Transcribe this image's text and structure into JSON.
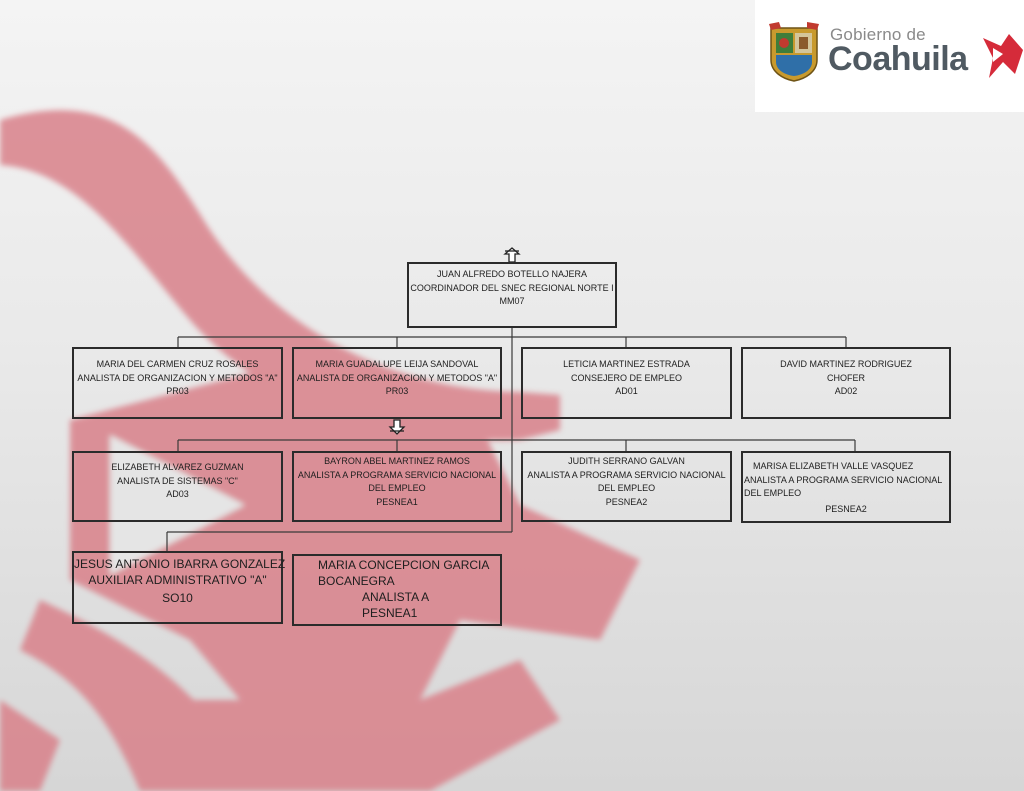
{
  "header": {
    "logo_small": "Gobierno de",
    "logo_big": "Coahuila"
  },
  "colors": {
    "box_border": "#2b2b2b",
    "background_shape": "#d9818a",
    "logo_text": "#505a62",
    "logo_accent": "#d52b3a"
  },
  "icons": {
    "top_arrow": "up-arrow-icon",
    "mid_arrow": "down-arrow-icon"
  },
  "org": {
    "top": {
      "name": "JUAN ALFREDO BOTELLO NAJERA",
      "title": "COORDINADOR DEL SNEC REGIONAL NORTE I",
      "code": "MM07"
    },
    "row1": [
      {
        "name": "MARIA DEL CARMEN CRUZ ROSALES",
        "title": "ANALISTA DE ORGANIZACION Y METODOS \"A\"",
        "code": "PR03"
      },
      {
        "name": "MARIA GUADALUPE LEIJA SANDOVAL",
        "title": "ANALISTA DE ORGANIZACION Y METODOS \"A\"",
        "code": "PR03"
      },
      {
        "name": "LETICIA MARTINEZ ESTRADA",
        "title": "CONSEJERO DE EMPLEO",
        "code": "AD01"
      },
      {
        "name": "DAVID MARTINEZ RODRIGUEZ",
        "title": "CHOFER",
        "code": "AD02"
      }
    ],
    "row2": [
      {
        "name": "ELIZABETH ALVAREZ GUZMAN",
        "title": "ANALISTA DE SISTEMAS \"C\"",
        "code": "AD03"
      },
      {
        "name": "BAYRON ABEL MARTINEZ RAMOS",
        "title_1": "ANALISTA A PROGRAMA SERVICIO NACIONAL",
        "title_2": "DEL EMPLEO",
        "code": "PESNEA1"
      },
      {
        "name": "JUDITH SERRANO GALVAN",
        "title_1": "ANALISTA A PROGRAMA SERVICIO NACIONAL",
        "title_2": "DEL EMPLEO",
        "code": "PESNEA2"
      },
      {
        "name": "MARISA ELIZABETH VALLE VASQUEZ",
        "title_1": "ANALISTA A PROGRAMA SERVICIO NACIONAL",
        "title_2": "DEL EMPLEO",
        "code": "PESNEA2"
      }
    ],
    "row3": [
      {
        "name": "JESUS ANTONIO IBARRA GONZALEZ",
        "title": "AUXILIAR ADMINISTRATIVO \"A\"",
        "code": "SO10"
      },
      {
        "name_1": "MARIA CONCEPCION GARCIA",
        "name_2": "BOCANEGRA",
        "title": "ANALISTA A",
        "code": "PESNEA1"
      }
    ]
  }
}
